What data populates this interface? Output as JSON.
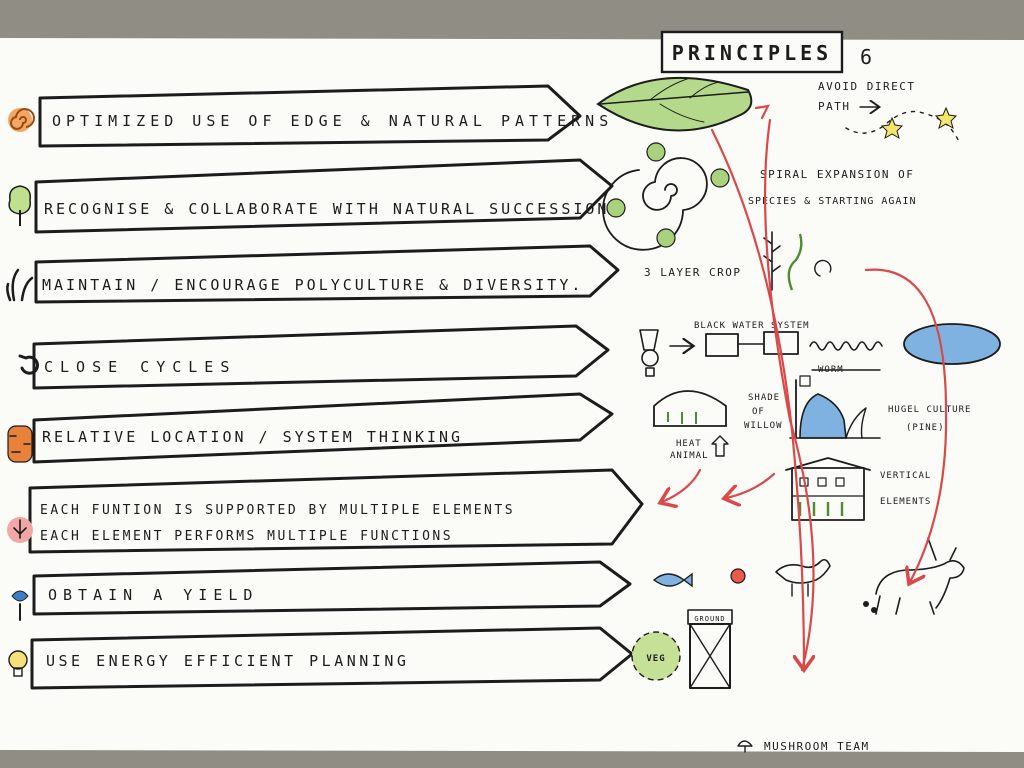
{
  "title": "PRINCIPLES",
  "page_number": "6",
  "principles": [
    {
      "icon": "spiral-icon",
      "text": "OPTIMIZED USE OF EDGE & NATURAL PATTERNS"
    },
    {
      "icon": "tree-icon",
      "text": "RECOGNISE & COLLABORATE WITH NATURAL SUCCESSION"
    },
    {
      "icon": "plants-icon",
      "text": "MAINTAIN / ENCOURAGE POLYCULTURE & DIVERSITY."
    },
    {
      "icon": "cycle-icon",
      "text": "CLOSE CYCLES"
    },
    {
      "icon": "tiger-icon",
      "text": "RELATIVE LOCATION / SYSTEM THINKING"
    },
    {
      "icon": "person-icon",
      "text": "EACH FUNTION IS SUPPORTED BY MULTIPLE ELEMENTS",
      "text2": "EACH ELEMENT PERFORMS MULTIPLE FUNCTIONS"
    },
    {
      "icon": "fish-icon",
      "text": "OBTAIN A YIELD"
    },
    {
      "icon": "lightbulb-icon",
      "text": "USE ENERGY EFFICIENT PLANNING"
    }
  ],
  "annotations": {
    "avoid_direct_1": "AVOID DIRECT",
    "avoid_direct_2": "PATH",
    "spiral_1": "SPIRAL EXPANSION OF",
    "spiral_2": "SPECIES & STARTING AGAIN",
    "layer_crop": "3 LAYER CROP",
    "black_water": "BLACK WATER SYSTEM",
    "worm": "WORM",
    "shade_1": "SHADE",
    "shade_2": "OF",
    "shade_3": "WILLOW",
    "hugel_1": "HUGEL CULTURE",
    "hugel_2": "(PINE)",
    "heat_1": "HEAT",
    "heat_2": "ANIMAL",
    "vertical_1": "VERTICAL",
    "vertical_2": "ELEMENTS",
    "ground": "GROUND",
    "veg": "VEG",
    "credit": "MUSHROOM TEAM"
  },
  "colors": {
    "paper": "#fbfbf8",
    "ink": "#1c1c1c",
    "leaf_green": "#b5d98a",
    "pond_blue": "#7fb2e0",
    "red_arrow": "#d9494a",
    "orange": "#e8823a"
  }
}
